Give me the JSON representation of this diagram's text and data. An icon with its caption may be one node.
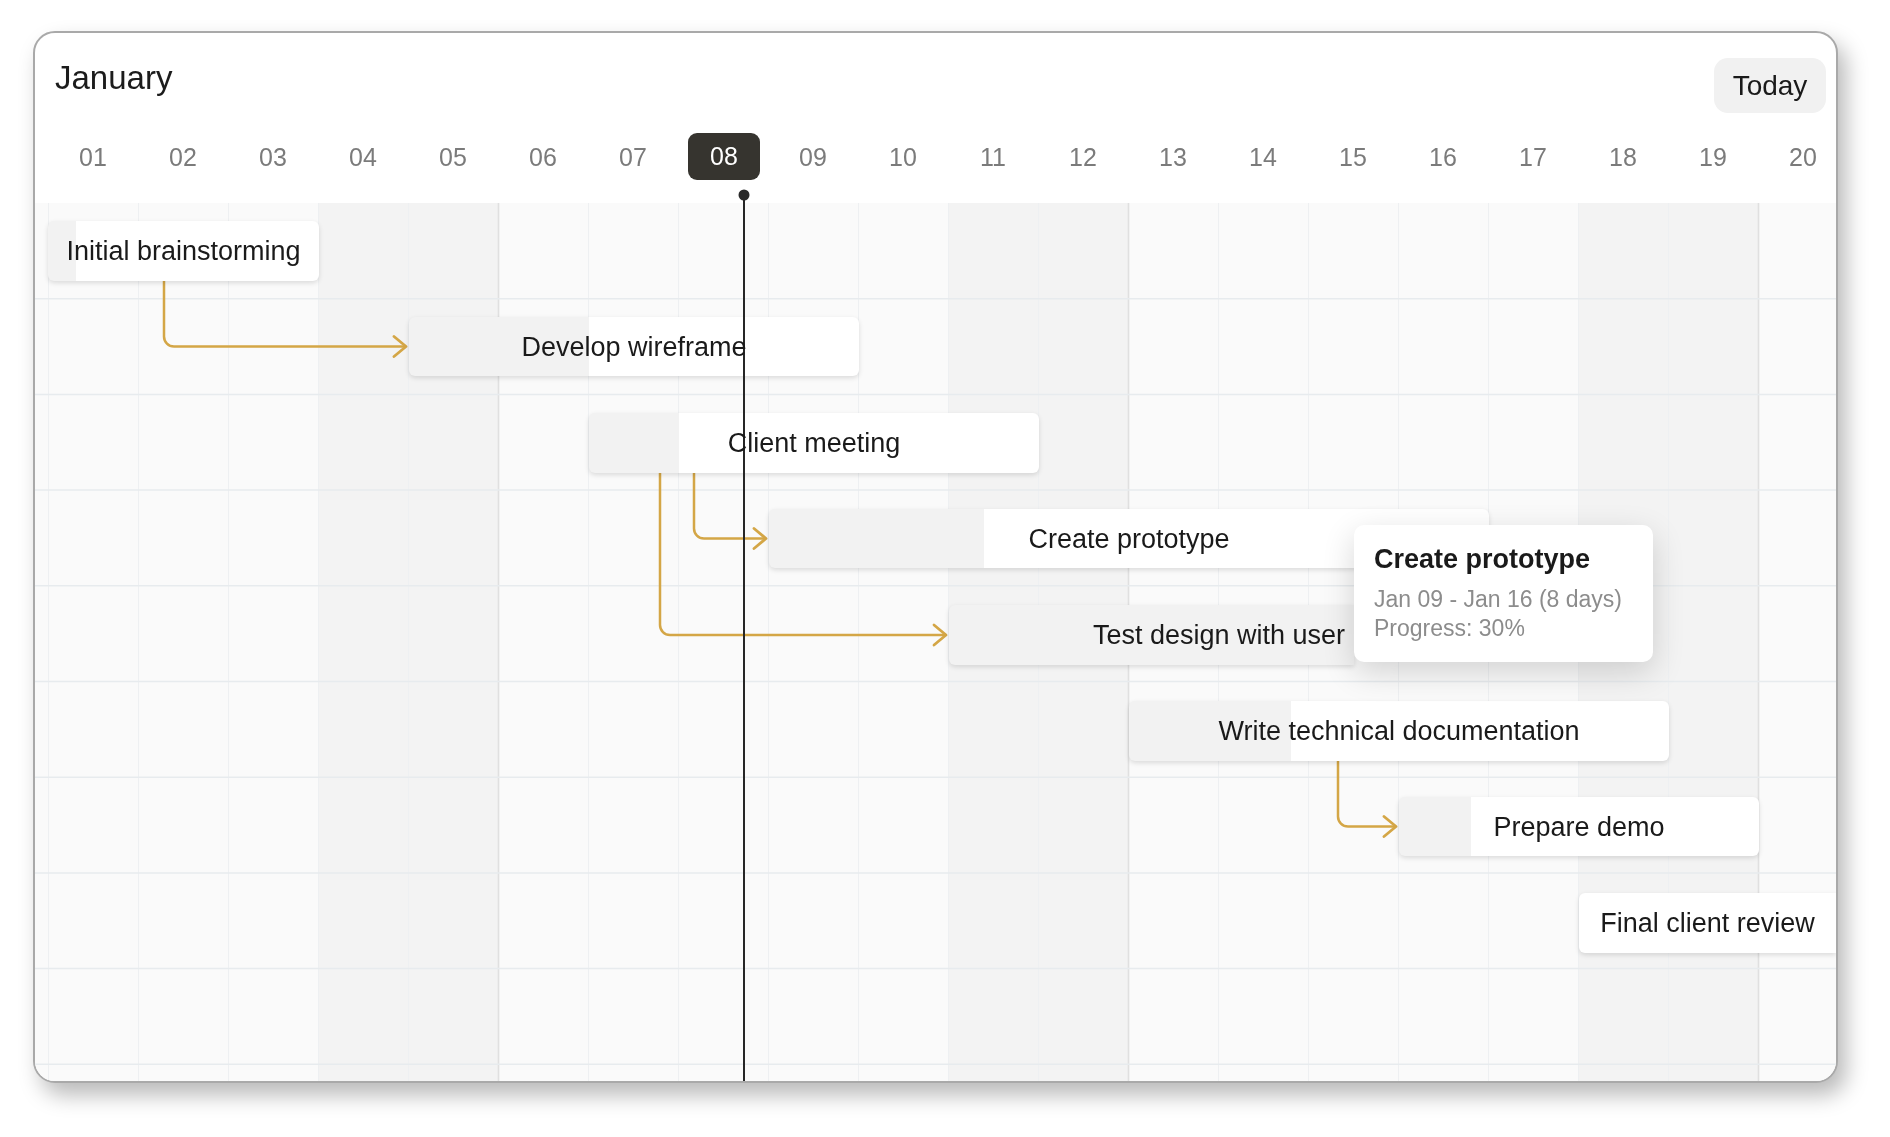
{
  "diagram": {
    "title": "January",
    "nodes": [
      {
        "text": [
          "Today"
        ]
      },
      {
        "text": [
          "08"
        ]
      },
      {
        "text": [
          "Initial brainstorming"
        ]
      },
      {
        "text": [
          "Develop wireframe"
        ]
      },
      {
        "text": [
          "Client meeting"
        ]
      },
      {
        "text": [
          "Create prototype"
        ]
      },
      {
        "text": [
          "Create prototype",
          "Jan 09 - Jan 16 (8 days)",
          "Progress: 30%"
        ]
      },
      {
        "text": [
          "Test design with user"
        ]
      },
      {
        "text": [
          "Write technical documentation"
        ]
      },
      {
        "text": [
          "Prepare demo"
        ]
      },
      {
        "text": [
          "Final client review"
        ]
      }
    ],
    "edges": [
      {
        "from": 2,
        "to": 3,
        "arrow": "to"
      },
      {
        "from": 4,
        "to": 5,
        "arrow": "to"
      },
      {
        "from": 4,
        "to": 7,
        "arrow": "to"
      },
      {
        "from": 8,
        "to": 9,
        "arrow": "to"
      }
    ],
    "labels": [
      "01",
      "02",
      "03",
      "04",
      "05",
      "06",
      "07",
      "09",
      "10",
      "11",
      "12",
      "13",
      "14",
      "15",
      "16",
      "17",
      "18",
      "19",
      "20"
    ]
  }
}
